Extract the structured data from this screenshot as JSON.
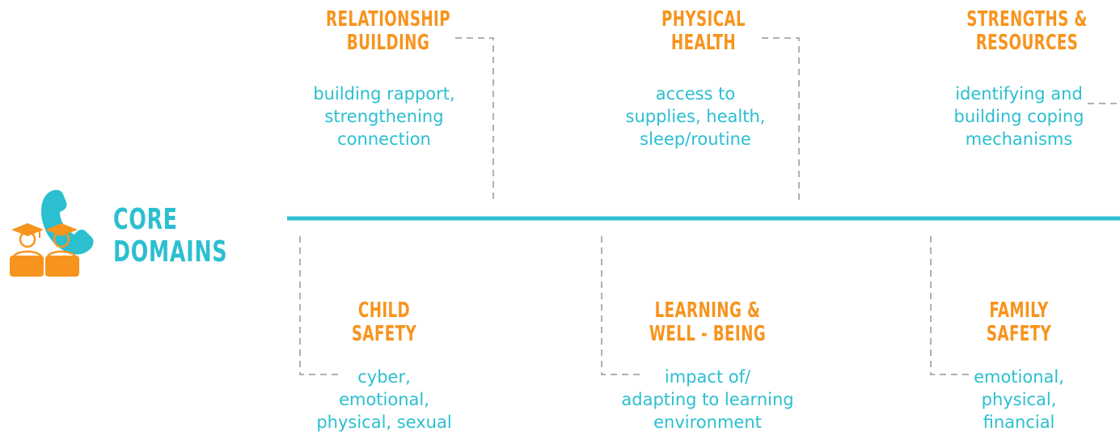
{
  "core_title": "CORE DOMAINS",
  "colors": {
    "orange": "#f7941d",
    "teal": "#2bbfd0",
    "dash": "#b0b0b0"
  },
  "icons": {
    "logo": "phone-with-students-icon"
  },
  "domains_top": [
    {
      "title": "RELATIONSHIP BUILDING",
      "title_lines": [
        "RELATIONSHIP",
        "BUILDING"
      ],
      "desc_lines": [
        "building rapport,",
        "strengthening",
        "connection"
      ]
    },
    {
      "title": "PHYSICAL HEALTH",
      "title_lines": [
        "PHYSICAL",
        "HEALTH"
      ],
      "desc_lines": [
        "access to",
        "supplies, health,",
        "sleep/routine"
      ]
    },
    {
      "title": "STRENGTHS & RESOURCES",
      "title_lines": [
        "STRENGTHS &",
        "RESOURCES"
      ],
      "desc_lines": [
        "identifying and",
        "building coping",
        "mechanisms"
      ]
    }
  ],
  "domains_bottom": [
    {
      "title": "CHILD SAFETY",
      "title_lines": [
        "CHILD",
        "SAFETY"
      ],
      "desc_lines": [
        "cyber,",
        "emotional,",
        "physical, sexual"
      ]
    },
    {
      "title": "LEARNING & WELL - BEING",
      "title_lines": [
        "LEARNING &",
        "WELL - BEING"
      ],
      "desc_lines": [
        "impact of/",
        "adapting to learning",
        "environment"
      ]
    },
    {
      "title": "FAMILY SAFETY",
      "title_lines": [
        "FAMILY",
        "SAFETY"
      ],
      "desc_lines": [
        "emotional,",
        "physical,",
        "financial"
      ]
    }
  ]
}
